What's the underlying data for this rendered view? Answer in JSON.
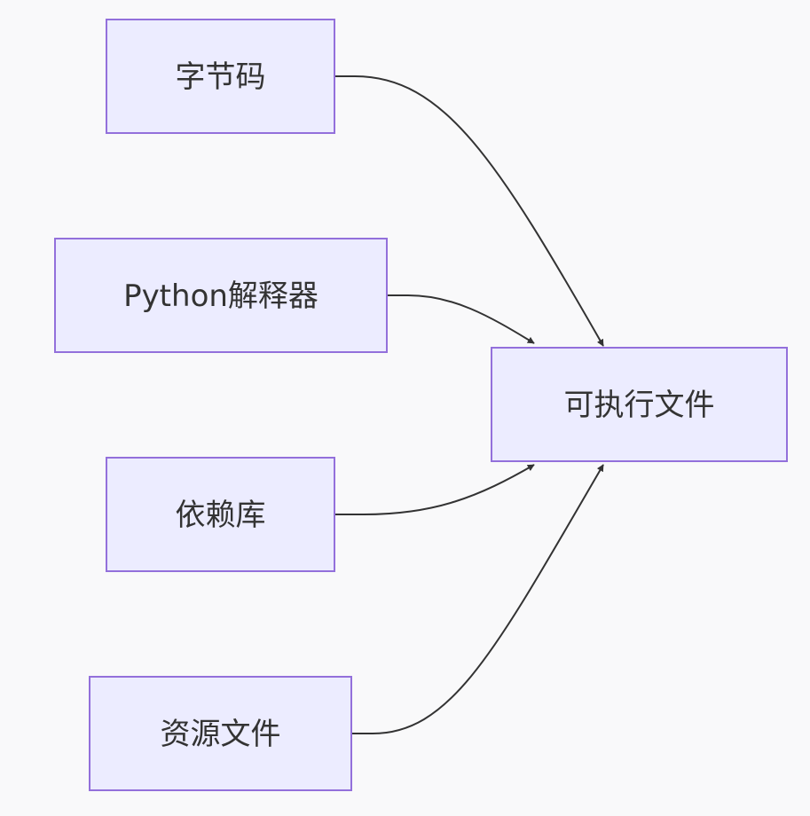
{
  "nodes": {
    "bytecode": {
      "label": "字节码"
    },
    "interpreter": {
      "label": "Python解释器"
    },
    "dependencies": {
      "label": "依赖库"
    },
    "resources": {
      "label": "资源文件"
    },
    "executable": {
      "label": "可执行文件"
    }
  },
  "edges": [
    {
      "from": "bytecode",
      "to": "executable"
    },
    {
      "from": "interpreter",
      "to": "executable"
    },
    {
      "from": "dependencies",
      "to": "executable"
    },
    {
      "from": "resources",
      "to": "executable"
    }
  ],
  "colors": {
    "background": "#f9f9fa",
    "node_fill": "#ececff",
    "node_border": "#9370db",
    "edge": "#333333",
    "text": "#333333"
  }
}
